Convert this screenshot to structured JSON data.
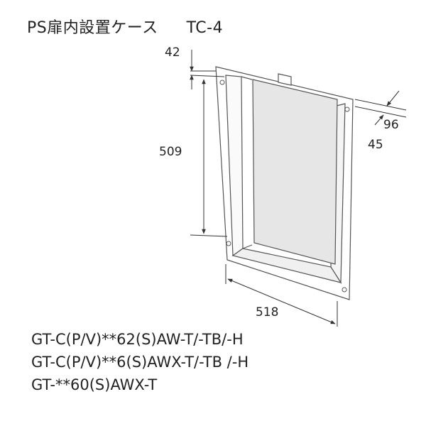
{
  "header": {
    "title": "PS扉内設置ケース",
    "model_code": "TC-4"
  },
  "dimensions": {
    "depth_top": "42",
    "height": "509",
    "width": "518",
    "depth_side": "96",
    "flange": "45"
  },
  "models": [
    "GT-C(P/V)**62(S)AW-T/-TB/-H",
    "GT-C(P/V)**6(S)AWX-T/-TB /-H",
    "GT-**60(S)AWX-T"
  ],
  "colors": {
    "line": "#555555",
    "glass": "#e6e6e6",
    "frame_fill": "#ffffff"
  }
}
